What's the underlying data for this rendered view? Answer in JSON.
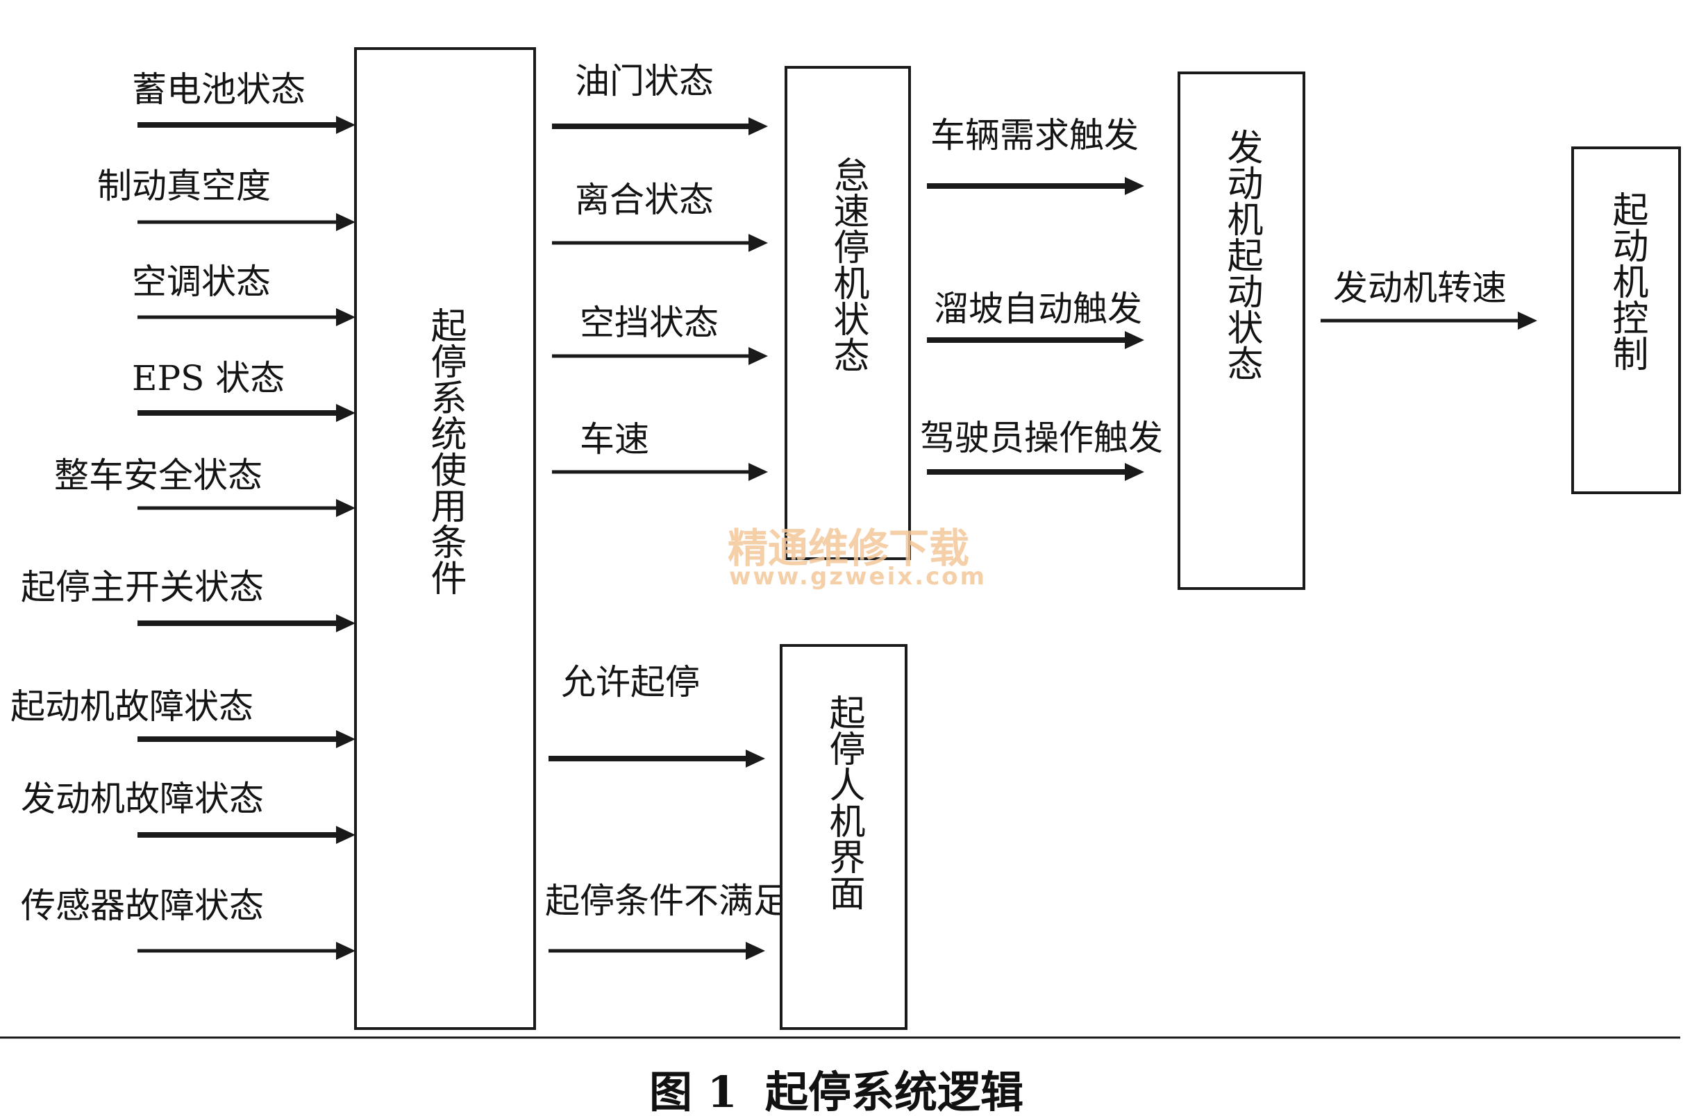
{
  "inputs": [
    "蓄电池状态",
    "制动真空度",
    "空调状态",
    "EPS 状态",
    "整车安全状态",
    "起停主开关状态",
    "起动机故障状态",
    "发动机故障状态",
    "传感器故障状态"
  ],
  "boxes": {
    "conditions": "起停系统使用条件",
    "idle_stop": "怠速停机状态",
    "hmi": "起停人机界面",
    "engine_start": "发动机起动状态",
    "starter_control": "起动机控制"
  },
  "signals_to_idle_stop": [
    "油门状态",
    "离合状态",
    "空挡状态",
    "车速"
  ],
  "signals_to_hmi": [
    "允许起停",
    "起停条件不满足"
  ],
  "triggers": [
    "车辆需求触发",
    "溜坡自动触发",
    "驾驶员操作触发"
  ],
  "engine_speed": "发动机转速",
  "watermark": {
    "main": "精通维修下载",
    "url": "www.gzweix.com"
  },
  "caption": {
    "number": "图 1",
    "title": "起停系统逻辑"
  }
}
